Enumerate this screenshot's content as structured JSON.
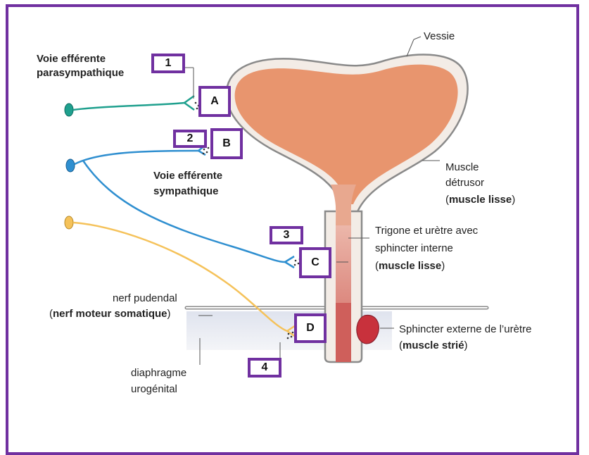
{
  "labels": {
    "vessie": "Vessie",
    "para_line1": "Voie efférente",
    "para_line2": "parasympathique",
    "symp_line1": "Voie efférente",
    "symp_line2": "sympathique",
    "detrusor_line1": "Muscle",
    "detrusor_line2": "détrusor",
    "detrusor_paren_open": "(",
    "detrusor_bold": "muscle lisse",
    "detrusor_paren_close": ")",
    "trigone_line1": "Trigone et urètre avec",
    "trigone_line2": "sphincter interne",
    "trigone_paren_open": "(",
    "trigone_bold": "muscle lisse",
    "trigone_paren_close": ")",
    "pudendal_line1": "nerf pudendal",
    "pudendal_paren_open": "(",
    "pudendal_bold": "nerf moteur somatique",
    "pudendal_paren_close": ")",
    "sphincter_ext_line1": "Sphincter externe de l’urètre",
    "sphincter_ext_paren_open": "(",
    "sphincter_ext_bold": "muscle strié",
    "sphincter_ext_paren_close": ")",
    "diaphragm_line1": "diaphragme",
    "diaphragm_line2": "urogénital"
  },
  "boxes": {
    "n1": "1",
    "n2": "2",
    "n3": "3",
    "n4": "4",
    "A": "A",
    "B": "B",
    "C": "C",
    "D": "D"
  },
  "colors": {
    "frame": "#7030a0",
    "bladder_fill": "#e8956e",
    "bladder_wall": "#f3ece6",
    "outline": "#8a8a8a",
    "urethra_fill": "#d9766a",
    "parasympathetic": "#1fa08e",
    "sympathetic": "#2f8fd0",
    "pudendal": "#f5c25a",
    "diaphragm": "#e6e9f0",
    "external_sphincter": "#c8313c"
  }
}
